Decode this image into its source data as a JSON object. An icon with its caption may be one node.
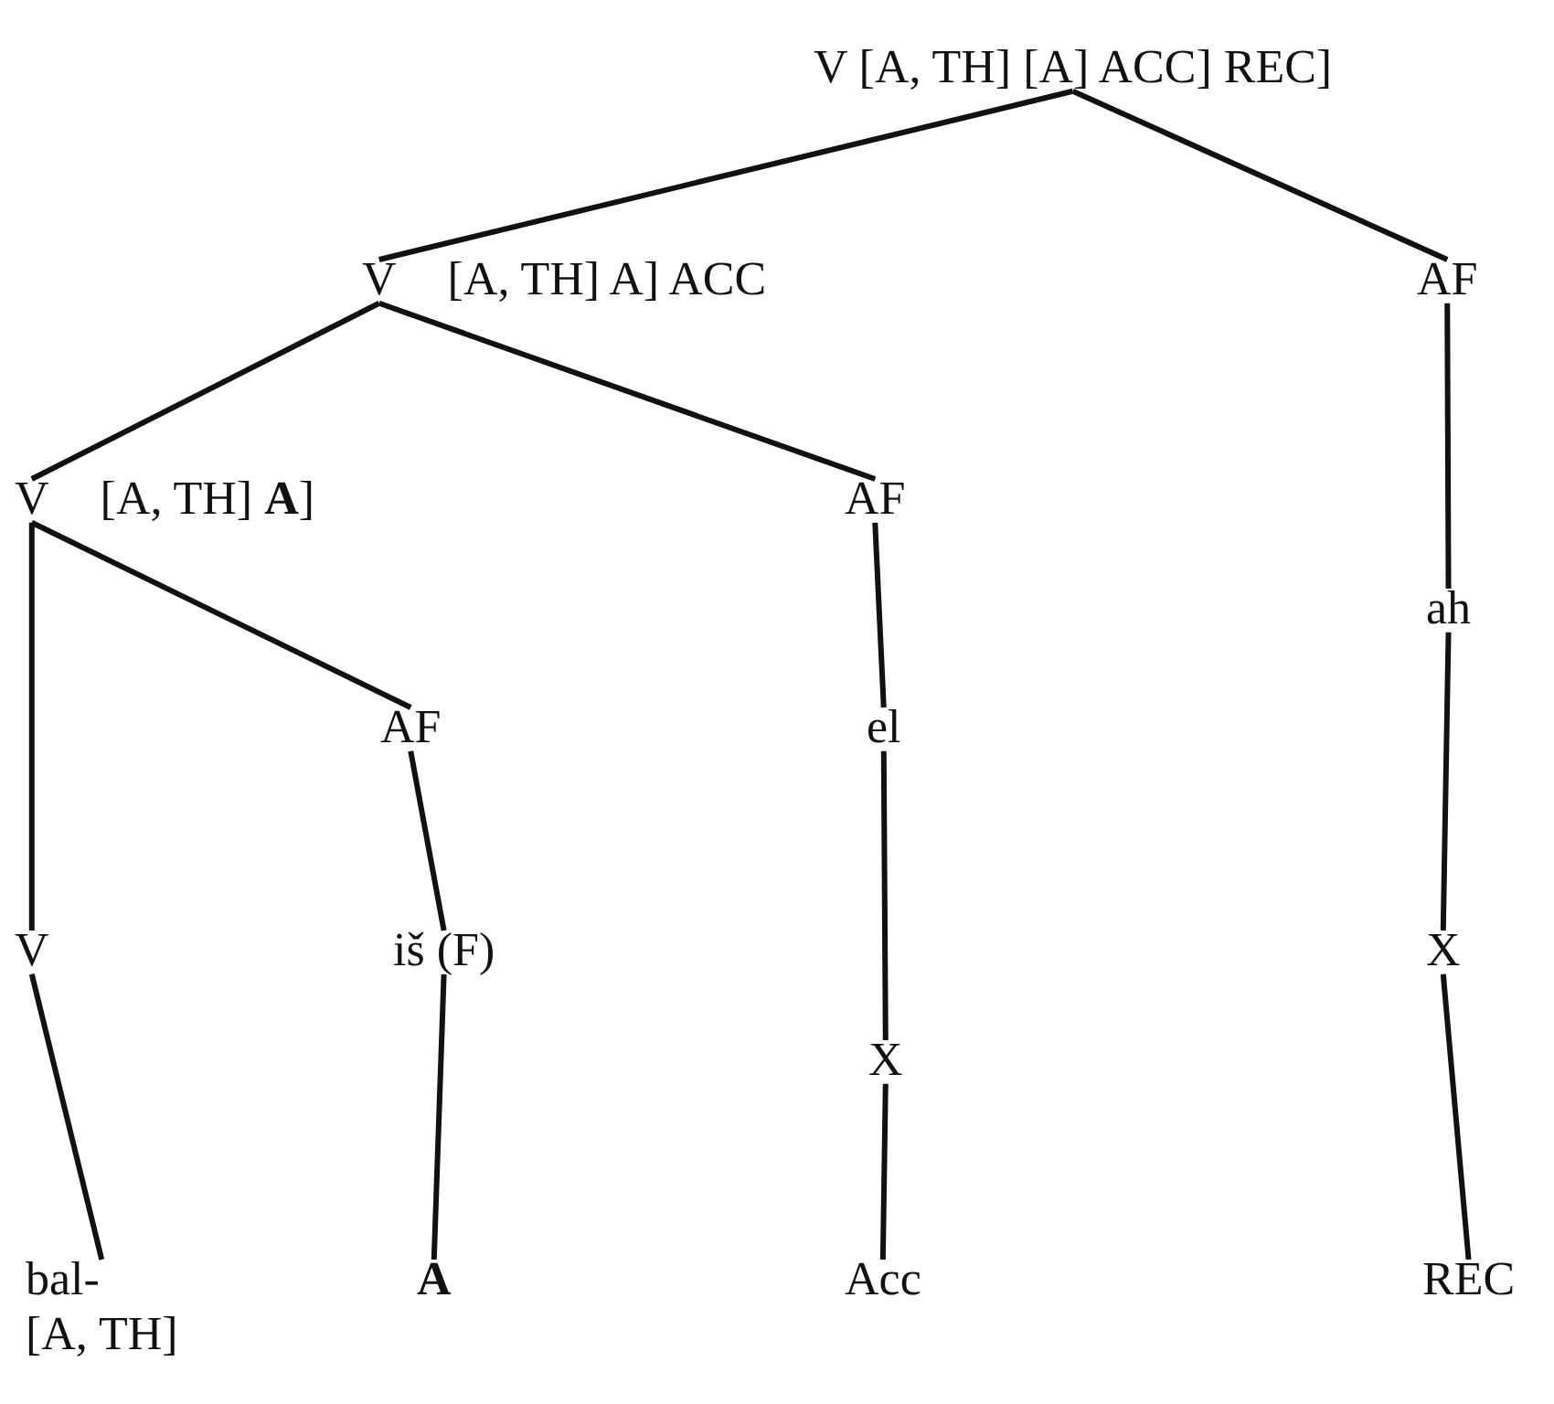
{
  "diagram": {
    "nodes": [
      {
        "text": [
          "V [A, TH] [A] ACC] REC]"
        ]
      },
      {
        "text": [
          "V",
          "[A, TH] A] ACC"
        ]
      },
      {
        "text": [
          "AF"
        ]
      },
      {
        "text": [
          "V",
          "[A, TH] **A**]"
        ]
      },
      {
        "text": [
          "AF"
        ]
      },
      {
        "text": [
          "ah"
        ]
      },
      {
        "text": [
          "AF"
        ]
      },
      {
        "text": [
          "el"
        ]
      },
      {
        "text": [
          "V"
        ]
      },
      {
        "text": [
          "iš (F)"
        ]
      },
      {
        "text": [
          "X"
        ]
      },
      {
        "text": [
          "X"
        ]
      },
      {
        "text": [
          "bal-",
          "[A, TH]"
        ]
      },
      {
        "text": [
          "A"
        ]
      },
      {
        "text": [
          "Acc"
        ]
      },
      {
        "text": [
          "REC"
        ]
      }
    ],
    "edges": [
      {
        "from": 0,
        "to": 1,
        "arrow": "none"
      },
      {
        "from": 0,
        "to": 2,
        "arrow": "none"
      },
      {
        "from": 1,
        "to": 3,
        "arrow": "none"
      },
      {
        "from": 1,
        "to": 4,
        "arrow": "none"
      },
      {
        "from": 2,
        "to": 5,
        "arrow": "none"
      },
      {
        "from": 3,
        "to": 8,
        "arrow": "none"
      },
      {
        "from": 3,
        "to": 6,
        "arrow": "none"
      },
      {
        "from": 4,
        "to": 7,
        "arrow": "none"
      },
      {
        "from": 5,
        "to": 11,
        "arrow": "none"
      },
      {
        "from": 6,
        "to": 9,
        "arrow": "none"
      },
      {
        "from": 7,
        "to": 10,
        "arrow": "none"
      },
      {
        "from": 8,
        "to": 12,
        "arrow": "none"
      },
      {
        "from": 9,
        "to": 13,
        "arrow": "none"
      },
      {
        "from": 10,
        "to": 14,
        "arrow": "none"
      },
      {
        "from": 11,
        "to": 15,
        "arrow": "none"
      }
    ]
  }
}
